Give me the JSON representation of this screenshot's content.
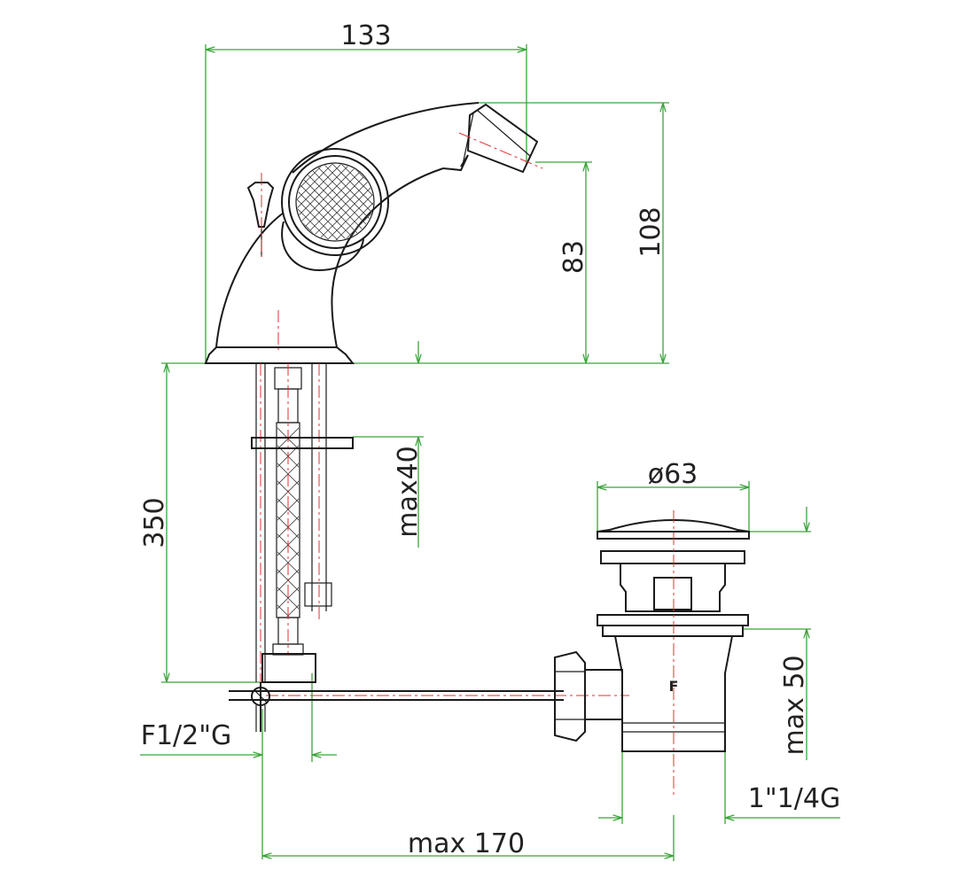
{
  "dimensions": {
    "width_top": "133",
    "height_total": "108",
    "height_spout": "83",
    "shank_length": "350",
    "deck_thickness": "max40",
    "waste_diameter": "ø63",
    "waste_height": "max  50",
    "inlet_thread": "F1/2\"G",
    "waste_thread": "1\"1/4G",
    "rod_length": "max  170",
    "waste_mark": "F"
  },
  "colors": {
    "dimension": "#3aa33a",
    "outline": "#1a1a1a",
    "centerline": "#e03030"
  }
}
